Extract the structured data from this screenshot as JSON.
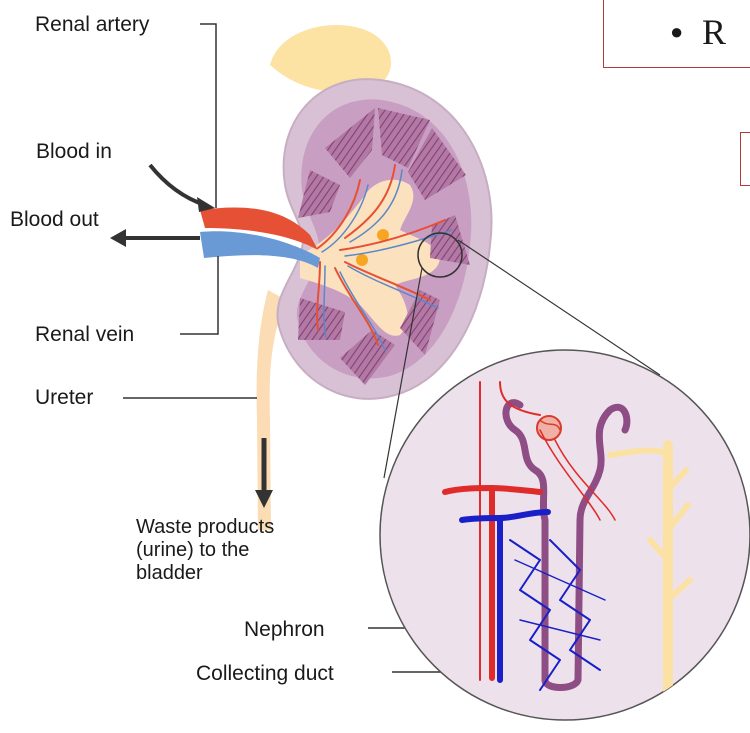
{
  "slide": {
    "bullet": "●",
    "heading_visible": "R"
  },
  "labels": {
    "renal_artery": "Renal artery",
    "blood_in": "Blood in",
    "blood_out": "Blood out",
    "renal_vein": "Renal vein",
    "ureter": "Ureter",
    "waste_line1": "Waste products",
    "waste_line2": "(urine) to the",
    "waste_line3": "bladder",
    "nephron": "Nephron",
    "collecting_duct": "Collecting duct"
  }
}
